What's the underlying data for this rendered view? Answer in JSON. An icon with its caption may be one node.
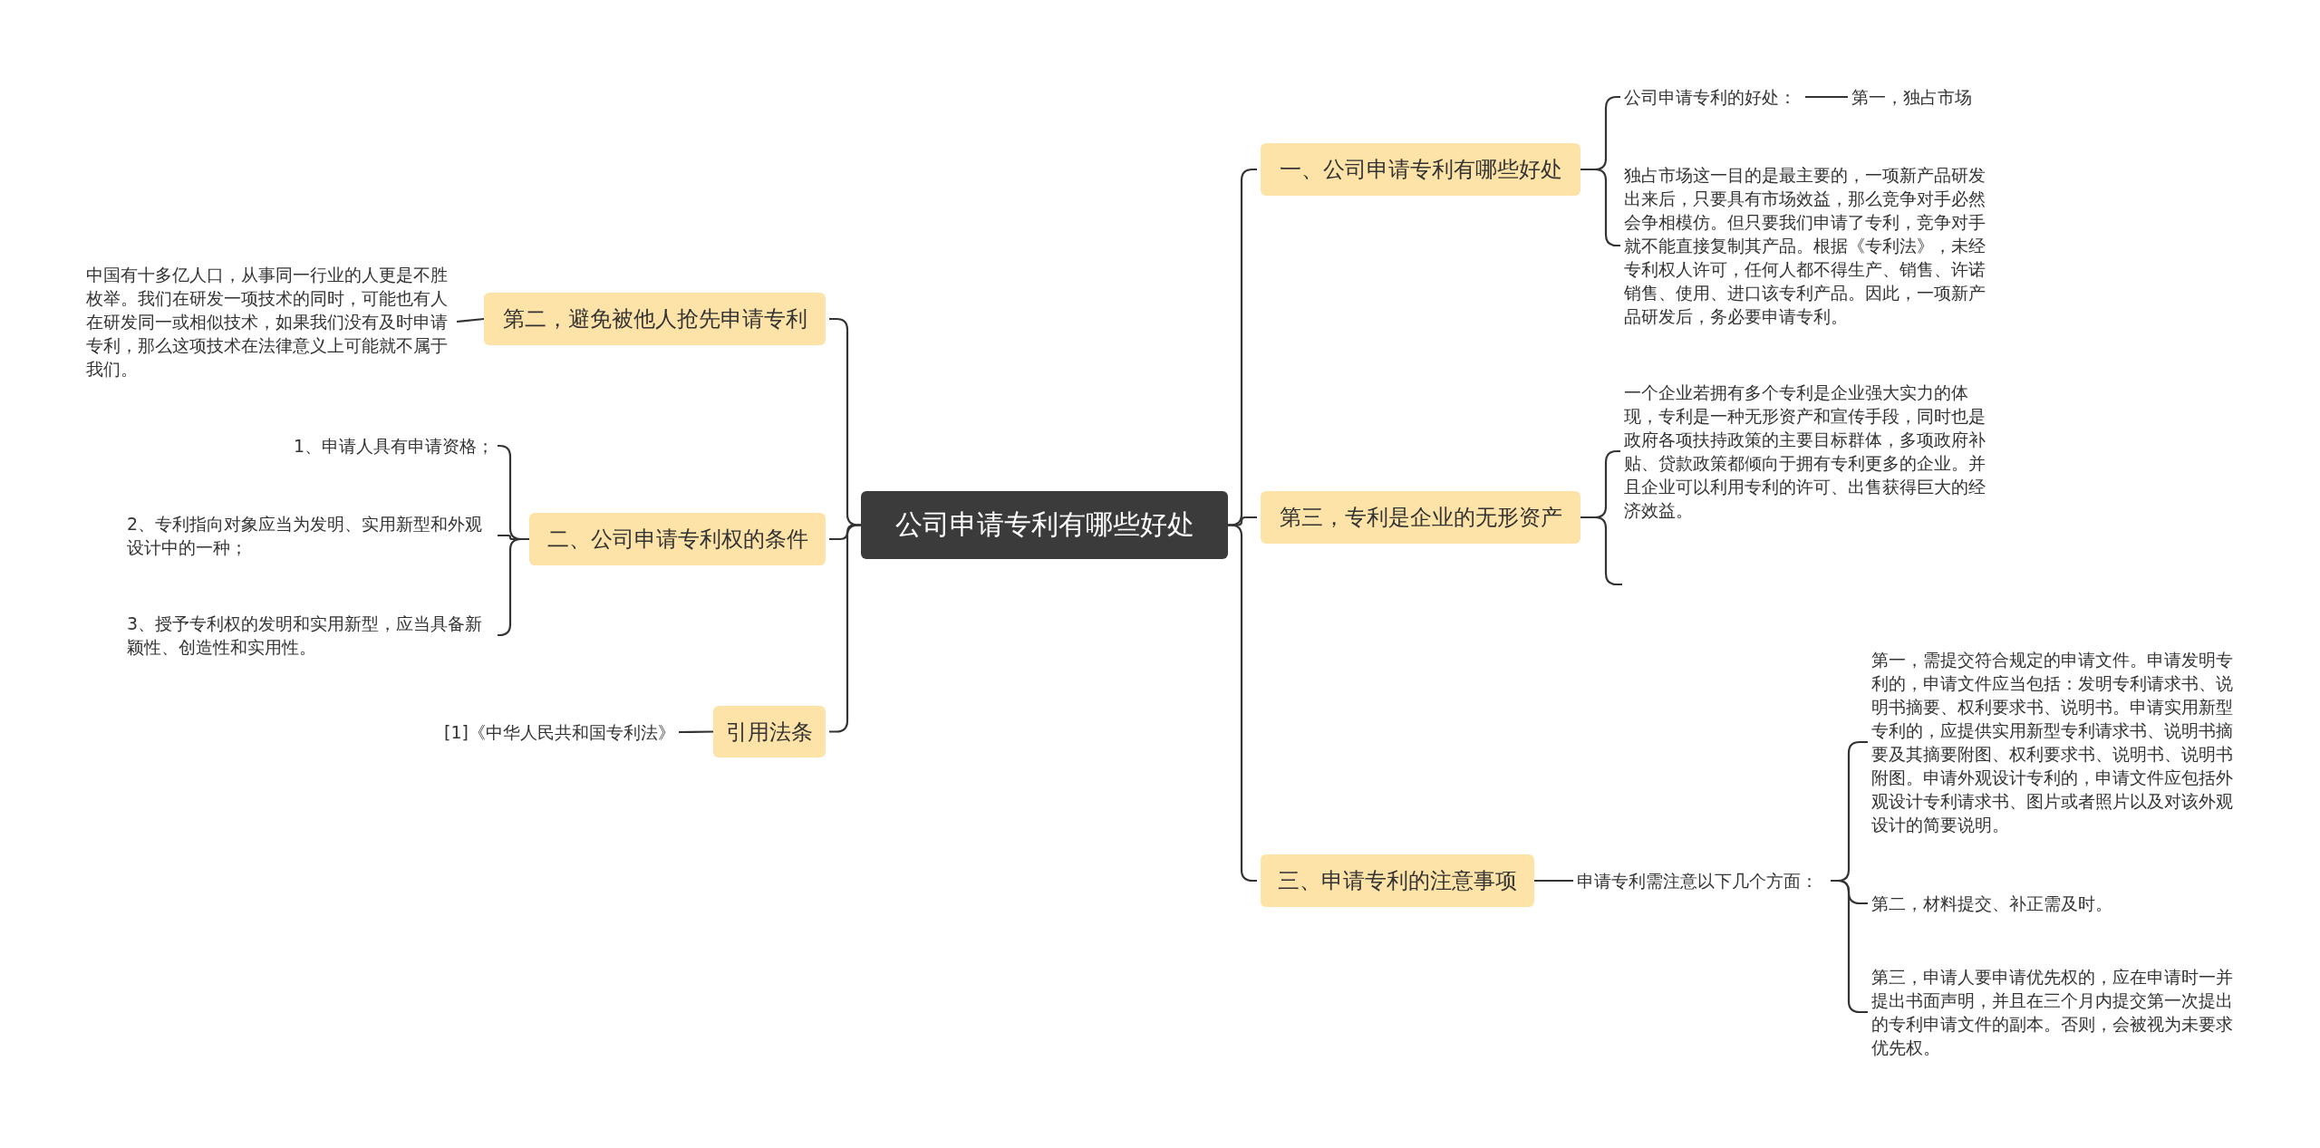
{
  "diagram": {
    "nodes": [
      {
        "text": [
          "公司申请专利有哪些好处"
        ]
      },
      {
        "text": [
          "一、公司申请专利有哪些好处"
        ]
      },
      {
        "text": [
          "公司申请专利的好处："
        ]
      },
      {
        "text": [
          "第一，独占市场"
        ]
      },
      {
        "text": [
          "独占市场这一目的是最主要的，一项新产品研发出来后，只要具有市场效益，那么竞争对手必然会争相模仿。但只要我们申请了专利，竞争对手就不能直接复制其产品。根据《专利法》，未经专利权人许可，任何人都不得生产、销售、许诺销售、使用、进口该专利产品。因此，一项新产品研发后，务必要申请专利。"
        ]
      },
      {
        "text": [
          "第三，专利是企业的无形资产"
        ]
      },
      {
        "text": [
          "一个企业若拥有多个专利是企业强大实力的体现，专利是一种无形资产和宣传手段，同时也是政府各项扶持政策的主要目标群体，多项政府补贴、贷款政策都倾向于拥有专利更多的企业。并且企业可以利用专利的许可、出售获得巨大的经济效益。"
        ]
      },
      {
        "text": [
          "三、申请专利的注意事项"
        ]
      },
      {
        "text": [
          "申请专利需注意以下几个方面："
        ]
      },
      {
        "text": [
          "第一，需提交符合规定的申请文件。申请发明专利的，申请文件应当包括：发明专利请求书、说明书摘要、权利要求书、说明书。申请实用新型专利的，应提供实用新型专利请求书、说明书摘要及其摘要附图、权利要求书、说明书、说明书附图。申请外观设计专利的，申请文件应包括外观设计专利请求书、图片或者照片以及对该外观设计的简要说明。"
        ]
      },
      {
        "text": [
          "第二，材料提交、补正需及时。"
        ]
      },
      {
        "text": [
          "第三，申请人要申请优先权的，应在申请时一并提出书面声明，并且在三个月内提交第一次提出的专利申请文件的副本。否则，会被视为未要求优先权。"
        ]
      },
      {
        "text": [
          "第二，避免被他人抢先申请专利"
        ]
      },
      {
        "text": [
          "中国有十多亿人口，从事同一行业的人更是不胜枚举。我们在研发一项技术的同时，可能也有人在研发同一或相似技术，如果我们没有及时申请专利，那么这项技术在法律意义上可能就不属于我们。"
        ]
      },
      {
        "text": [
          "二、公司申请专利权的条件"
        ]
      },
      {
        "text": [
          "1、申请人具有申请资格；"
        ]
      },
      {
        "text": [
          "2、专利指向对象应当为发明、实用新型和外观设计中的一种；"
        ]
      },
      {
        "text": [
          "3、授予专利权的发明和实用新型，应当具备新颖性、创造性和实用性。"
        ]
      },
      {
        "text": [
          "引用法条"
        ]
      },
      {
        "text": [
          "[1]《中华人民共和国专利法》"
        ]
      }
    ],
    "edges": [
      {
        "from": 0,
        "to": 1,
        "arrow": "none"
      },
      {
        "from": 1,
        "to": 2,
        "arrow": "none"
      },
      {
        "from": 2,
        "to": 3,
        "arrow": "none"
      },
      {
        "from": 1,
        "to": 4,
        "arrow": "none"
      },
      {
        "from": 0,
        "to": 5,
        "arrow": "none"
      },
      {
        "from": 5,
        "to": 6,
        "arrow": "none"
      },
      {
        "from": 5,
        "to": null,
        "arrow": "none"
      },
      {
        "from": 0,
        "to": 7,
        "arrow": "none"
      },
      {
        "from": 7,
        "to": 8,
        "arrow": "none"
      },
      {
        "from": 8,
        "to": 9,
        "arrow": "none"
      },
      {
        "from": 8,
        "to": 10,
        "arrow": "none"
      },
      {
        "from": 8,
        "to": 11,
        "arrow": "none"
      },
      {
        "from": 0,
        "to": 12,
        "arrow": "none"
      },
      {
        "from": 12,
        "to": 13,
        "arrow": "none"
      },
      {
        "from": 0,
        "to": 14,
        "arrow": "none"
      },
      {
        "from": 14,
        "to": 15,
        "arrow": "none"
      },
      {
        "from": 14,
        "to": 16,
        "arrow": "none"
      },
      {
        "from": 14,
        "to": 17,
        "arrow": "none"
      },
      {
        "from": 0,
        "to": 18,
        "arrow": "none"
      },
      {
        "from": 18,
        "to": 19,
        "arrow": "none"
      }
    ]
  }
}
